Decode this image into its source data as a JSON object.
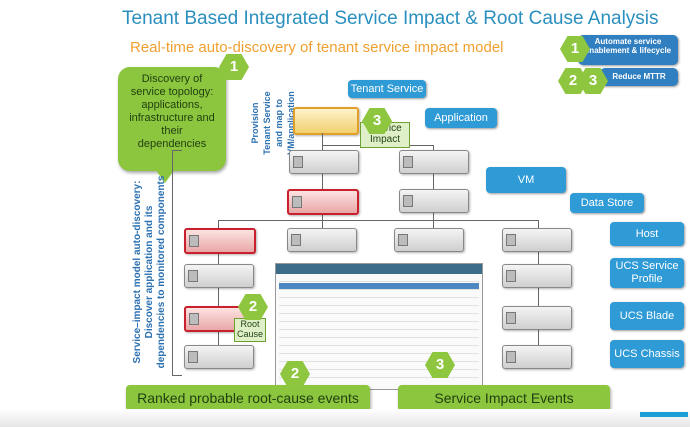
{
  "title": "Tenant Based Integrated Service Impact & Root Cause Analysis",
  "subtitle": "Real-time auto-discovery of tenant service impact model",
  "top_right": [
    {
      "num": "1",
      "label": "Automate service enablement & lifecycle"
    },
    {
      "num": "2",
      "num2": "3",
      "label": "Reduce MTTR"
    }
  ],
  "discovery_callout": {
    "num": "1",
    "text": "Discovery of service topology: applications, infrastructure and their dependencies"
  },
  "vertical_left": "Service–impact model auto-discovery:\nDiscover application and its\ndependencies to monitored components",
  "vertical_mid": "Provision\nTenant Service\nand map to VM/application",
  "blue_callouts": {
    "tenant_service": "Tenant Service",
    "application": "Application",
    "vm": "VM",
    "data_store": "Data Store",
    "host": "Host",
    "ucs_service_profile": "UCS Service Profile",
    "ucs_blade": "UCS Blade",
    "ucs_chassis": "UCS Chassis"
  },
  "service_impact_label": {
    "num": "3",
    "text": "Service Impact"
  },
  "root_cause_label": {
    "num": "2",
    "text": "Root Cause"
  },
  "bottom": {
    "left": {
      "num": "2",
      "text": "Ranked probable root-cause events"
    },
    "right": {
      "num": "3",
      "text": "Service Impact Events"
    }
  },
  "colors": {
    "title": "#2a8fbf",
    "subtitle": "#f0a030",
    "green": "#8cc63f",
    "blue": "#2e9ad6",
    "red": "#c8202c"
  }
}
